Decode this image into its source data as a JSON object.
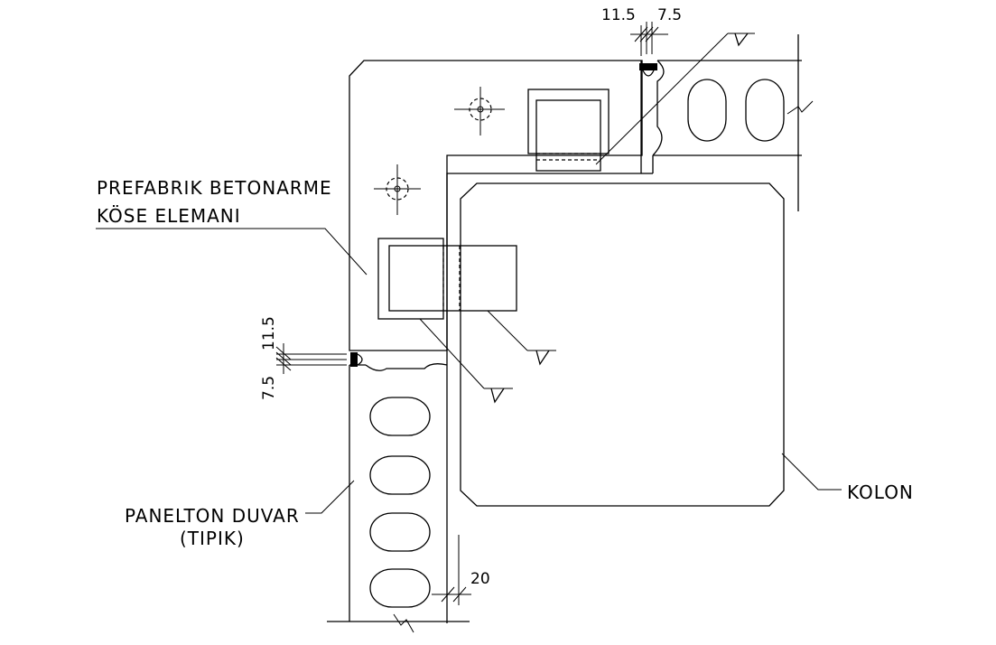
{
  "labels": {
    "corner_element_line1": "PREFABRIK BETONARME",
    "corner_element_line2": "KÖSE ELEMANI",
    "wall_line1": "PANELTON DUVAR",
    "wall_line2": "(TIPIK)",
    "column": "KOLON"
  },
  "dimensions": {
    "top_a": "11.5",
    "top_b": "7.5",
    "left_a": "11.5",
    "left_b": "7.5",
    "bottom": "20"
  }
}
